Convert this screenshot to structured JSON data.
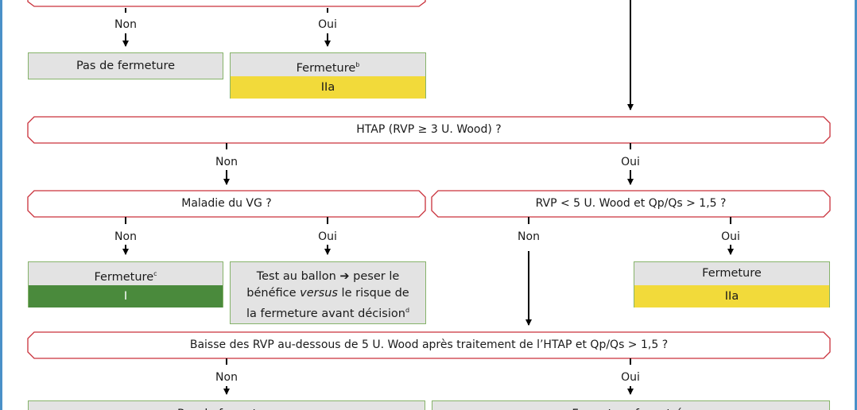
{
  "labels": {
    "non": "Non",
    "oui": "Oui"
  },
  "questions": {
    "htap": "HTAP (RVP ≥ 3 U. Wood) ?",
    "maladie_vg": "Maladie du VG ?",
    "rvp_qpqs": "RVP < 5 U. Wood et Qp/Qs > 1,5 ?",
    "baisse_rvp": "Baisse des RVP au-dessous de 5 U. Wood après traitement de l’HTAP et Qp/Qs > 1,5 ?"
  },
  "results": {
    "pas_fermeture_top": "Pas de fermeture",
    "fermeture_b": "Fermeture",
    "fermeture_b_sup": "b",
    "grade_iia_1": "IIa",
    "fermeture_c": "Fermeture",
    "fermeture_c_sup": "c",
    "grade_i": "I",
    "test_ballon_line1": "Test au ballon ➔ peser le",
    "test_ballon_line2_pre": "bénéfice ",
    "test_ballon_line2_em": "versus",
    "test_ballon_line2_post": " le risque de",
    "test_ballon_line3": "la fermeture avant décision",
    "test_ballon_sup": "d",
    "fermeture_right": "Fermeture",
    "grade_iia_2": "IIa",
    "pas_fermeture_bottom": "Pas de fermeture",
    "fermeture_bottom_right": "Fermeture fenestrée"
  },
  "colors": {
    "question_border": "#c9303a",
    "result_border": "#86b36a",
    "result_bg": "#e3e3e3",
    "class_iia": "#f2da3a",
    "class_i": "#4a8a3c",
    "frame": "#4a90c8"
  }
}
